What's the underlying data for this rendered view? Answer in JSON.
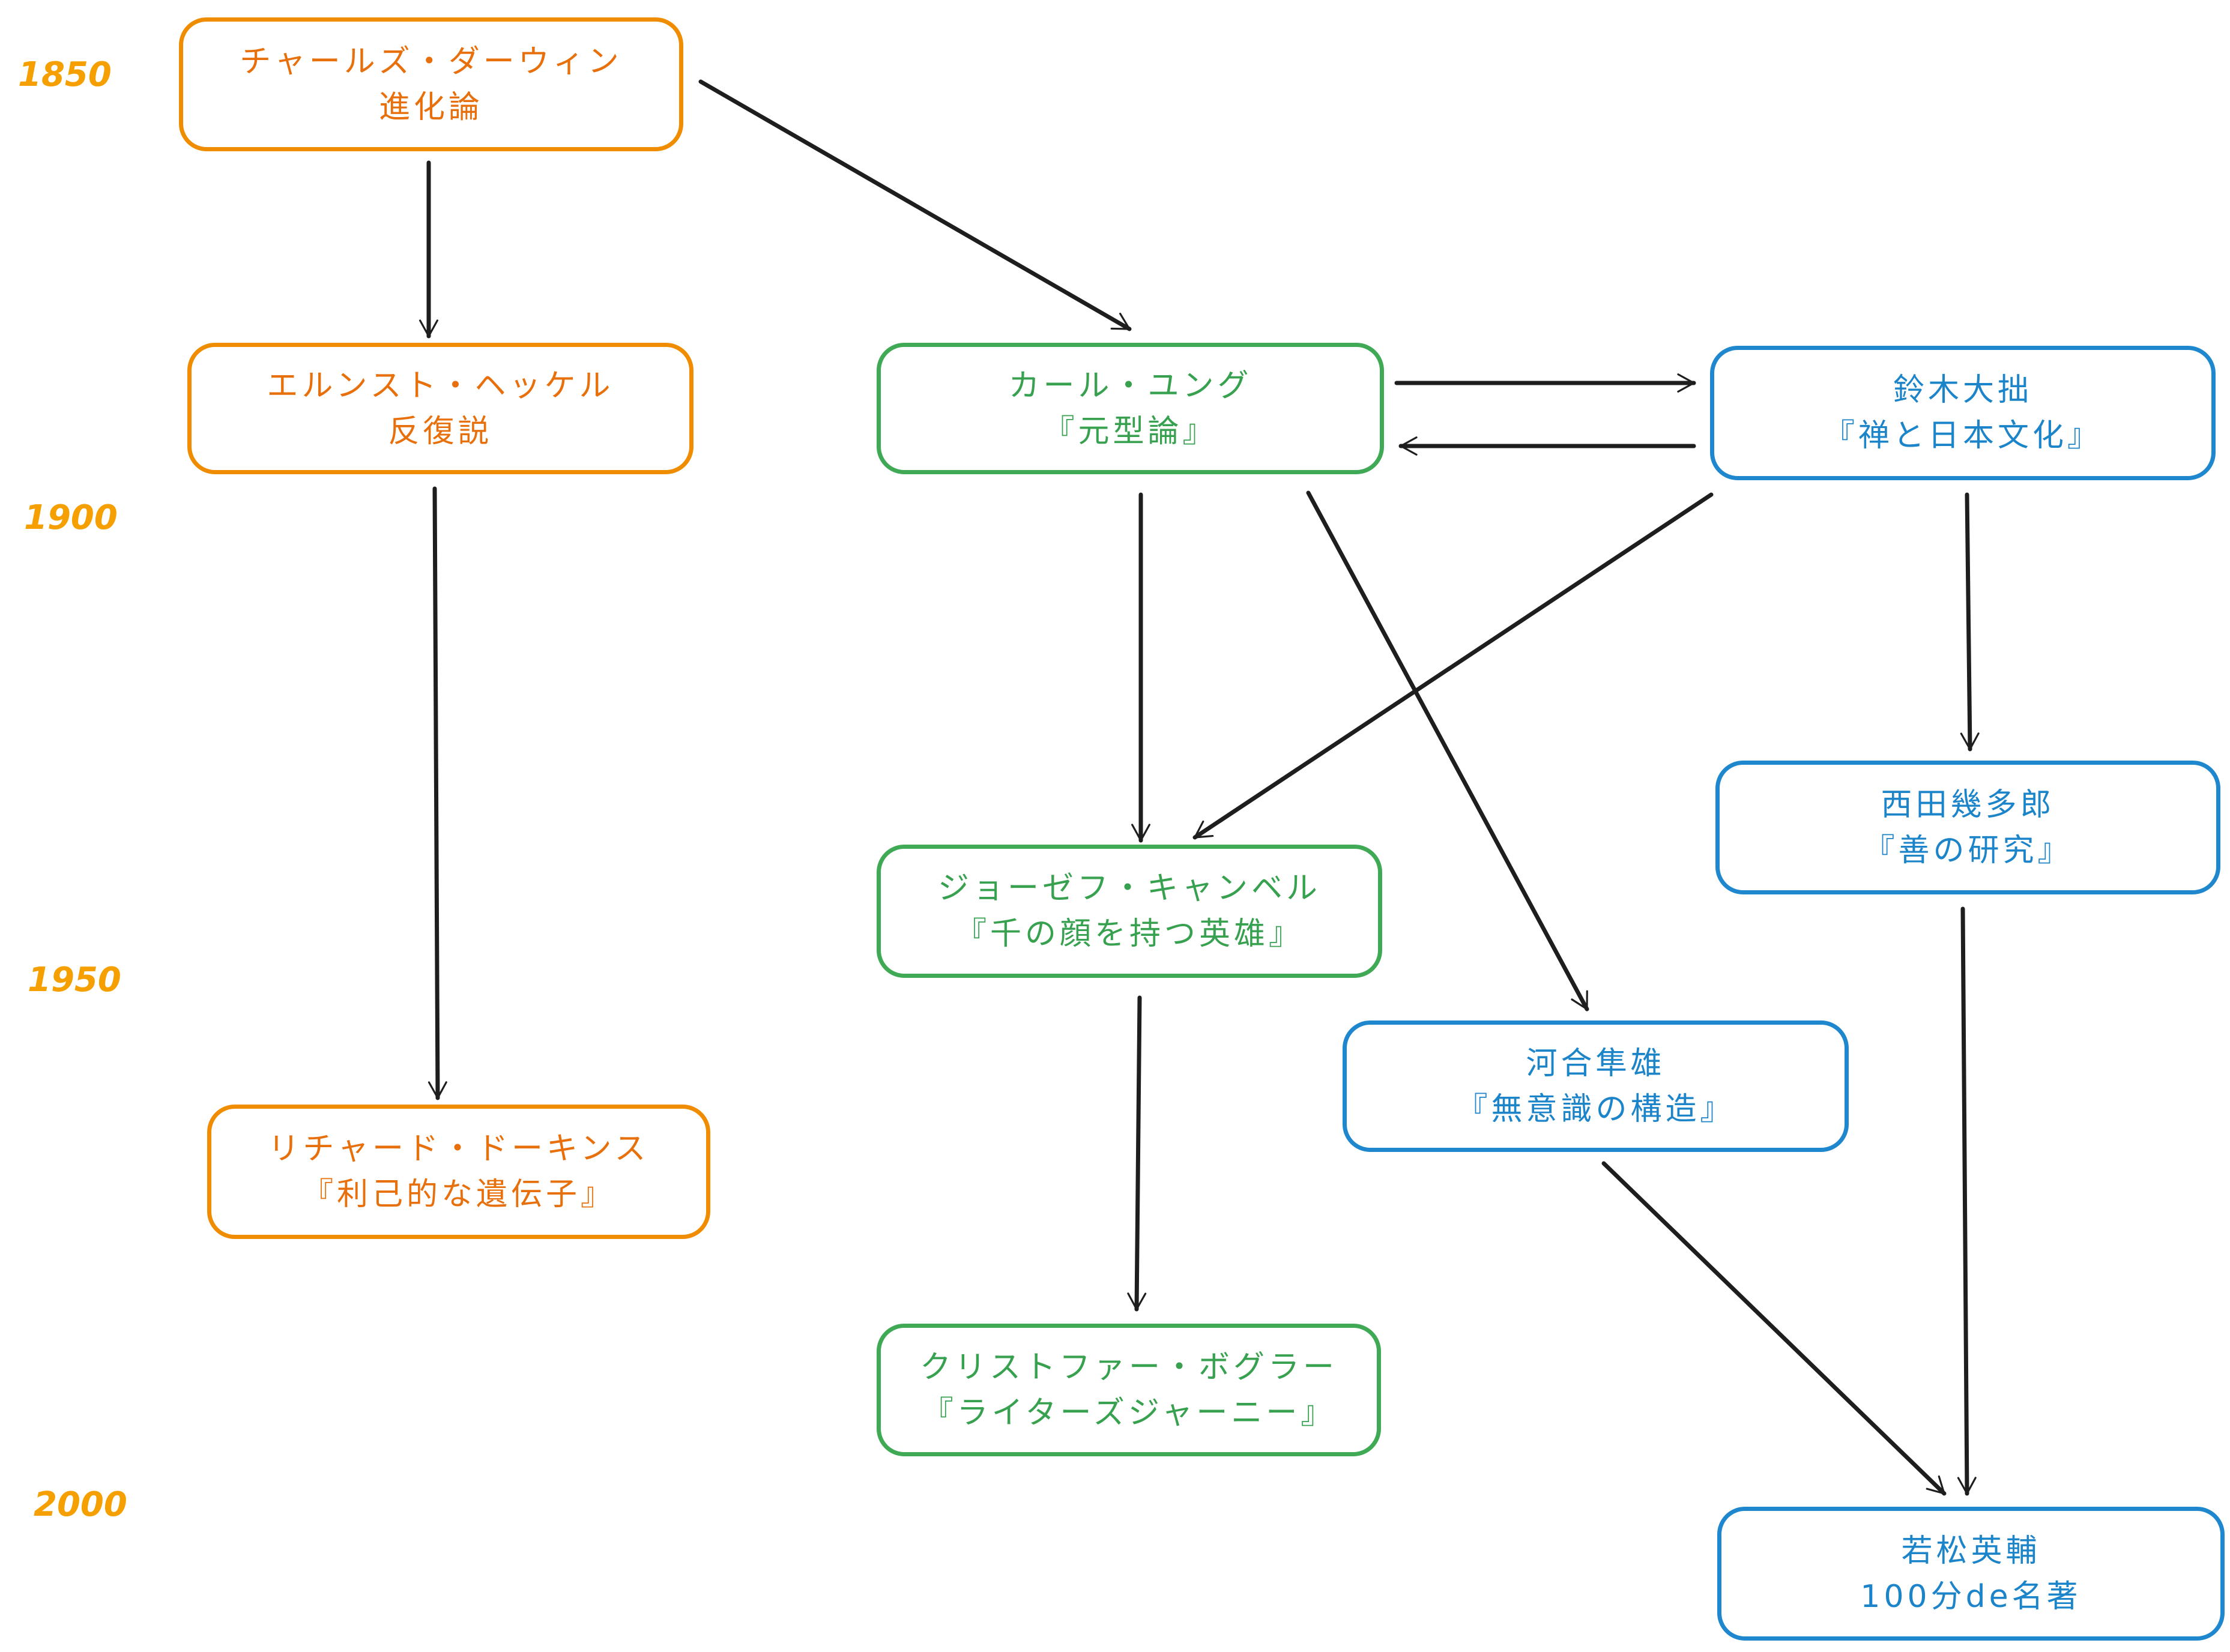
{
  "timeline": {
    "color": "#f59f00",
    "years": [
      "1850",
      "1900",
      "1950",
      "2000"
    ]
  },
  "colors": {
    "biology_lineage": "#f08c00",
    "mythology_lineage": "#40a956",
    "japanese_lineage": "#1f87cd",
    "arrow": "#1e1e1e"
  },
  "nodes": [
    {
      "id": "darwin",
      "group": "orange",
      "name": "チャールズ・ダーウィン",
      "work": "進化論"
    },
    {
      "id": "haeckel",
      "group": "orange",
      "name": "エルンスト・ヘッケル",
      "work": "反復説"
    },
    {
      "id": "dawkins",
      "group": "orange",
      "name": "リチャード・ドーキンス",
      "work": "『利己的な遺伝子』"
    },
    {
      "id": "jung",
      "group": "green",
      "name": "カール・ユング",
      "work": "『元型論』"
    },
    {
      "id": "campbell",
      "group": "green",
      "name": "ジョーゼフ・キャンベル",
      "work": "『千の顔を持つ英雄』"
    },
    {
      "id": "bogler",
      "group": "green",
      "name": "クリストファー・ボグラー",
      "work": "『ライターズジャーニー』"
    },
    {
      "id": "suzuki",
      "group": "blue",
      "name": "鈴木大拙",
      "work": "『禅と日本文化』"
    },
    {
      "id": "nishida",
      "group": "blue",
      "name": "西田幾多郎",
      "work": "『善の研究』"
    },
    {
      "id": "kawai",
      "group": "blue",
      "name": "河合隼雄",
      "work": "『無意識の構造』"
    },
    {
      "id": "wakamatsu",
      "group": "blue",
      "name": "若松英輔",
      "work": "100分de名著"
    }
  ],
  "edges": [
    {
      "from": "darwin",
      "to": "haeckel"
    },
    {
      "from": "darwin",
      "to": "jung"
    },
    {
      "from": "haeckel",
      "to": "dawkins"
    },
    {
      "from": "jung",
      "to": "suzuki"
    },
    {
      "from": "suzuki",
      "to": "jung"
    },
    {
      "from": "jung",
      "to": "campbell"
    },
    {
      "from": "jung",
      "to": "kawai"
    },
    {
      "from": "suzuki",
      "to": "campbell"
    },
    {
      "from": "suzuki",
      "to": "nishida"
    },
    {
      "from": "campbell",
      "to": "bogler"
    },
    {
      "from": "nishida",
      "to": "wakamatsu"
    },
    {
      "from": "kawai",
      "to": "wakamatsu"
    }
  ]
}
